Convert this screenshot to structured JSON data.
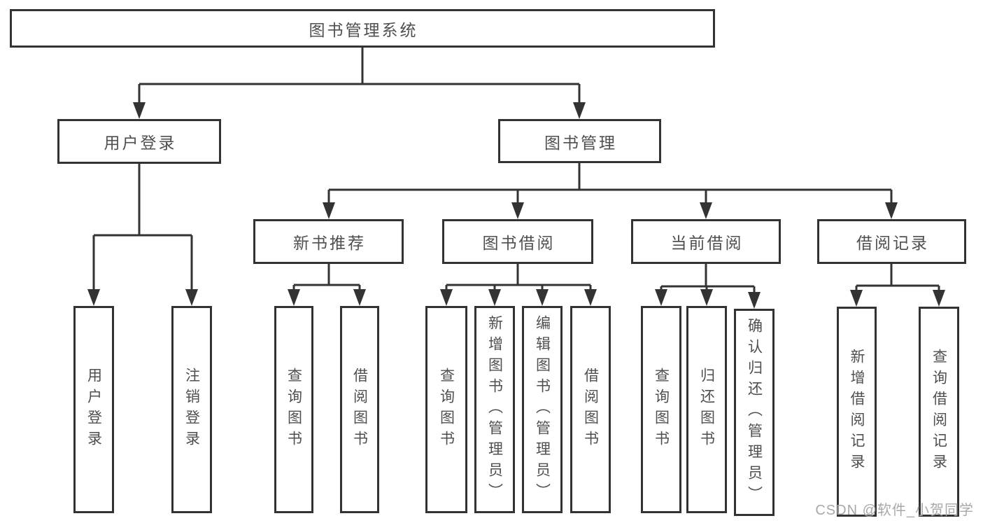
{
  "diagram": {
    "root": {
      "label": "图书管理系统"
    },
    "branches": [
      {
        "label": "用户登录",
        "children": [
          {
            "label": "用户登录"
          },
          {
            "label": "注销登录"
          }
        ]
      },
      {
        "label": "图书管理",
        "children": [
          {
            "label": "新书推荐",
            "children": [
              {
                "label": "查询图书"
              },
              {
                "label": "借阅图书"
              }
            ]
          },
          {
            "label": "图书借阅",
            "children": [
              {
                "label": "查询图书"
              },
              {
                "label": "新增图书（管理员）"
              },
              {
                "label": "编辑图书（管理员）"
              },
              {
                "label": "借阅图书"
              }
            ]
          },
          {
            "label": "当前借阅",
            "children": [
              {
                "label": "查询图书"
              },
              {
                "label": "归还图书"
              },
              {
                "label": "确认归还（管理员）"
              }
            ]
          },
          {
            "label": "借阅记录",
            "children": [
              {
                "label": "新增借阅记录"
              },
              {
                "label": "查询借阅记录"
              }
            ]
          }
        ]
      }
    ],
    "watermark": "CSDN @软件_小贺同学",
    "colors": {
      "line": "#333333",
      "text": "#4f4f4f",
      "background": "#ffffff",
      "watermark": "#a8a8a8"
    }
  }
}
